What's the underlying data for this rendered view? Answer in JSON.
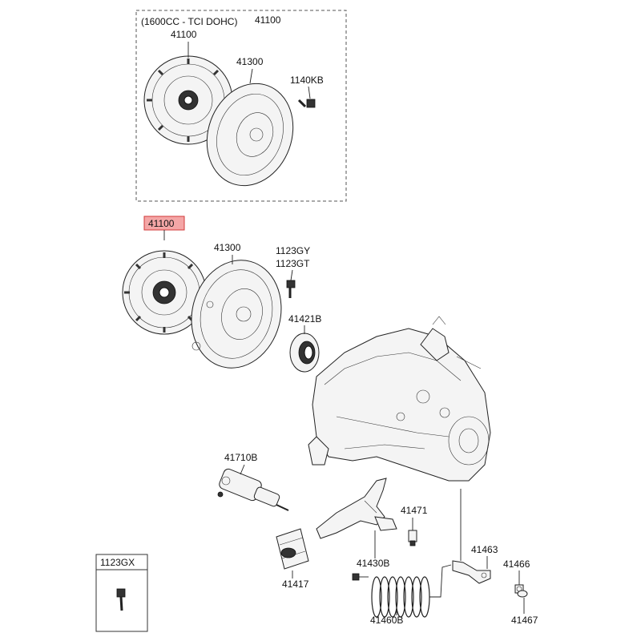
{
  "variant_box": {
    "header": "(1600CC - TCI DOHC)",
    "header_overlap": "41100",
    "disc_label": "41100",
    "cover_label": "41300",
    "bolt_label": "1140KB"
  },
  "main": {
    "disc_label": "41100",
    "cover_label": "41300",
    "bolt_label_1": "1123GY",
    "bolt_label_2": "1123GT",
    "bearing_label": "41421B",
    "cylinder_label": "41710B",
    "boot_label": "41417",
    "fork_label": "41430B",
    "pin_label": "41471",
    "hose_label": "41460B",
    "bracket_label": "41463",
    "nut_label": "41466",
    "washer_label": "41467"
  },
  "legend_box": {
    "label": "1123GX"
  },
  "colors": {
    "highlight_fill": "#f4a6a6",
    "highlight_stroke": "#d23a3a",
    "line": "#222222",
    "dashed_box": "#555555"
  }
}
